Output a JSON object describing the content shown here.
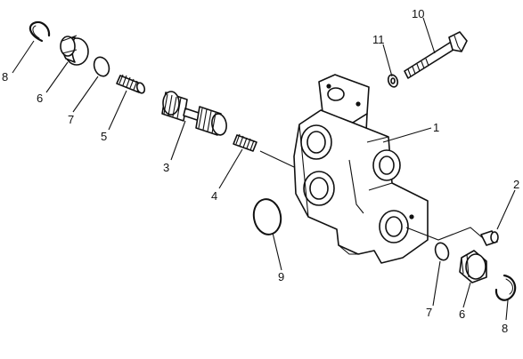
{
  "diagram": {
    "parts": [
      {
        "key": "snap_ring_left",
        "label": "8"
      },
      {
        "key": "plug_left",
        "label": "6"
      },
      {
        "key": "o_ring_left",
        "label": "7"
      },
      {
        "key": "spring_small",
        "label": "5"
      },
      {
        "key": "spool",
        "label": "3"
      },
      {
        "key": "spring_short",
        "label": "4"
      },
      {
        "key": "body",
        "label": "1"
      },
      {
        "key": "washer",
        "label": "11"
      },
      {
        "key": "bolt",
        "label": "10"
      },
      {
        "key": "fitting",
        "label": "2"
      },
      {
        "key": "o_ring_large",
        "label": "9"
      },
      {
        "key": "o_ring_right",
        "label": "7"
      },
      {
        "key": "plug_right",
        "label": "6"
      },
      {
        "key": "snap_ring_right",
        "label": "8"
      }
    ]
  }
}
